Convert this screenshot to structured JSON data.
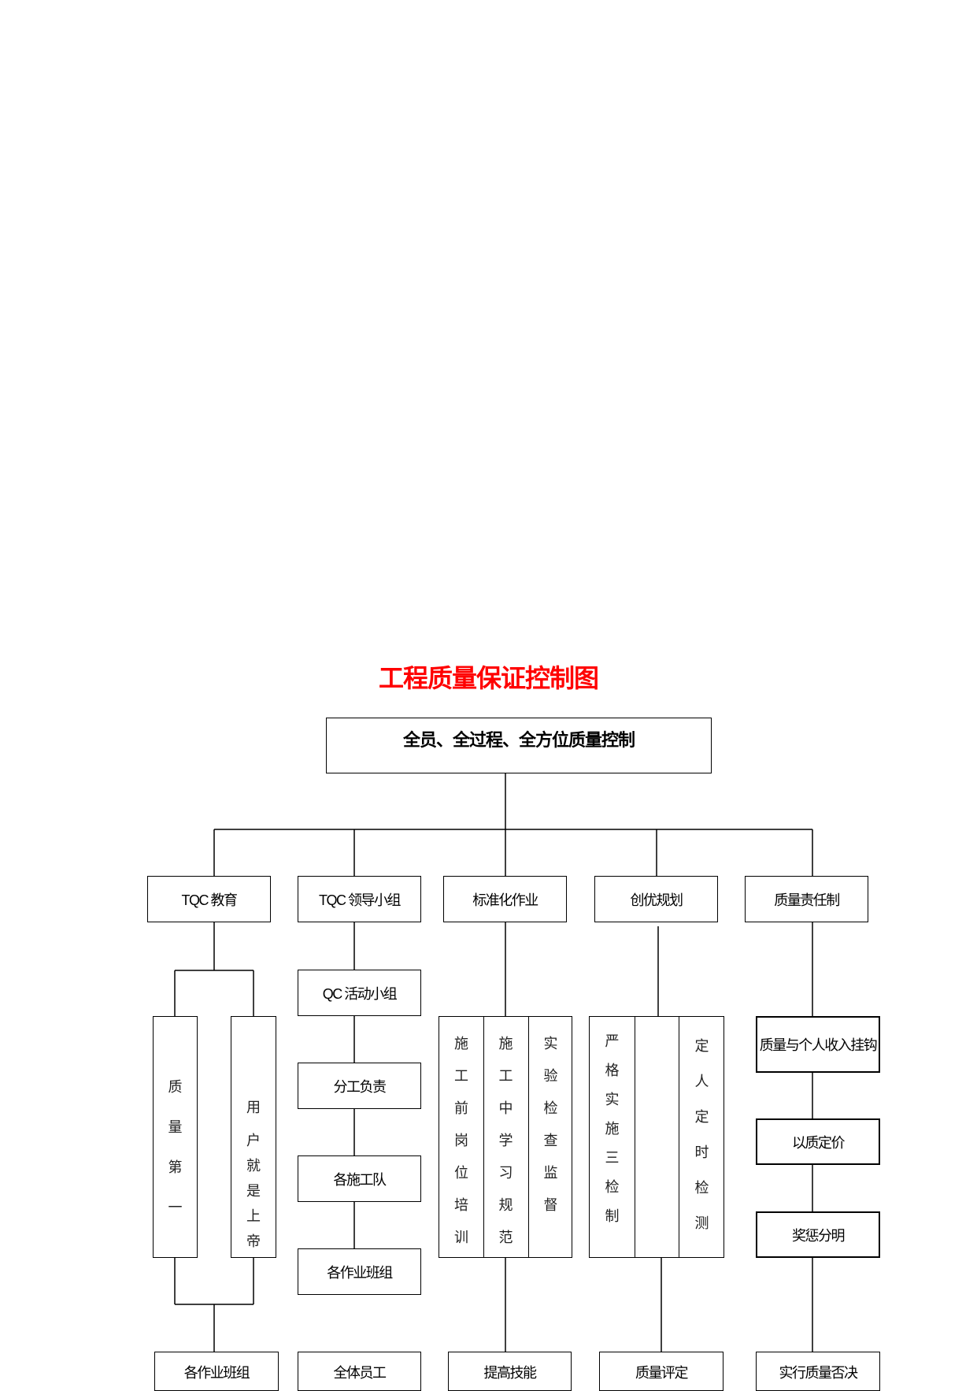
{
  "title": "工程质量保证控制图",
  "root": "全员、全过程、全方位质量控制",
  "level1": [
    "TQC 教育",
    "TQC 领导小组",
    "标准化作业",
    "创优规划",
    "质量责任制"
  ],
  "col1": {
    "left": [
      "质",
      "量",
      "第",
      "一"
    ],
    "right": [
      "用",
      "户",
      "就",
      "是",
      "上",
      "帝"
    ],
    "bottom": "各作业班组"
  },
  "col2": {
    "steps": [
      "QC 活动小组",
      "分工负责",
      "各施工队",
      "各作业班组"
    ],
    "bottom": "全体员工"
  },
  "col3": {
    "a": [
      "施",
      "工",
      "前",
      "岗",
      "位",
      "培",
      "训"
    ],
    "b": [
      "施",
      "工",
      "中",
      "学",
      "习",
      "规",
      "范"
    ],
    "c": [
      "实",
      "验",
      "检",
      "查",
      "监",
      "督"
    ],
    "bottom": "提高技能"
  },
  "col4": {
    "a": [
      "严",
      "格",
      "实",
      "施",
      "三",
      "检",
      "制"
    ],
    "c": [
      "定",
      "人",
      "定",
      "时",
      "检",
      "测"
    ],
    "bottom": "质量评定"
  },
  "col5": {
    "steps": [
      "质量与个人收入挂钩",
      "以质定价",
      "奖惩分明"
    ],
    "bottom": "实行质量否决"
  }
}
